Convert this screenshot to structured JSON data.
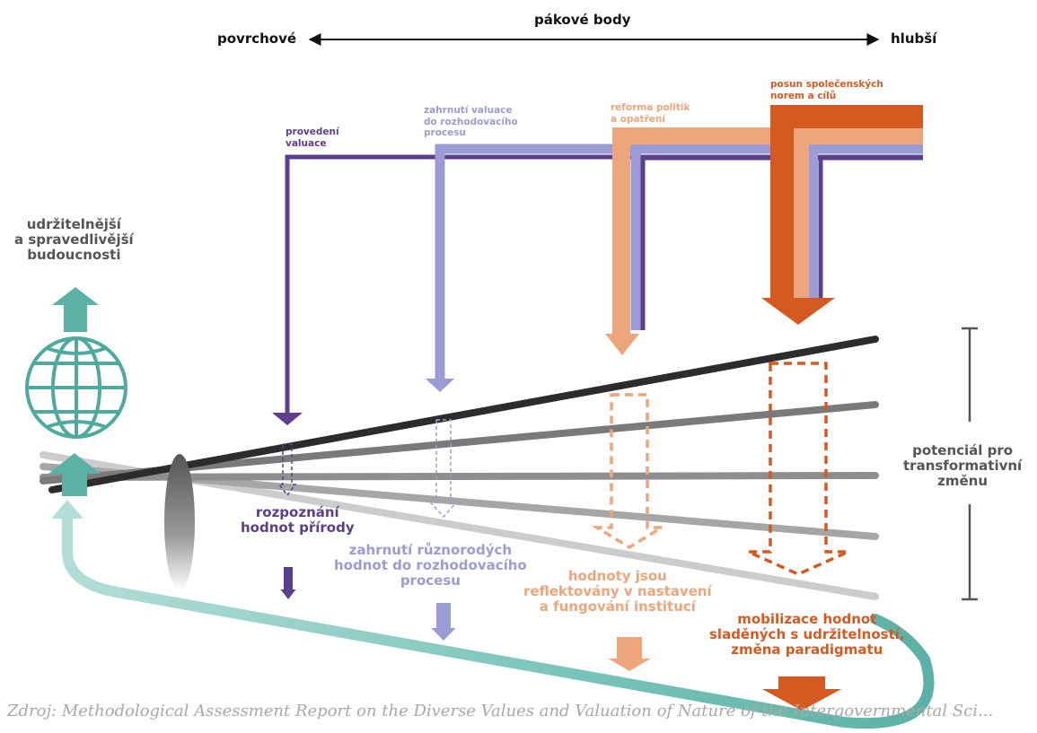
{
  "header": {
    "title": "pákové body",
    "left_label": "povrchové",
    "right_label": "hlubší"
  },
  "levers": [
    {
      "label": "provedení\nvaluace",
      "color": "#5b3f8c"
    },
    {
      "label": "zahrnutí valuace\ndo rozhodovacího\nprocesu",
      "color": "#9b9bd6"
    },
    {
      "label": "reforma politik\na opatření",
      "color": "#eda57c"
    },
    {
      "label": "posun společenských\nnorem a cílů",
      "color": "#d55a22"
    }
  ],
  "outcomes": [
    {
      "label": "rozpoznání\nhodnot přírody",
      "color": "#5b3f8c"
    },
    {
      "label": "zahrnutí různorodých\nhodnot do rozhodovacího\nprocesu",
      "color": "#9b9bd6"
    },
    {
      "label": "hodnoty jsou\nreflektovány v nastavení\na fungování institucí",
      "color": "#eda57c"
    },
    {
      "label": "mobilizace hodnot\nsladěných s udržitelností,\nzměna paradigmatu",
      "color": "#d55a22"
    }
  ],
  "future_label": "udržitelnější\na spravedlivější\nbudoucnosti",
  "potential_label": "potenciál pro\ntransformativní\nzměnu",
  "source": "Zdroj: Methodological Assessment Report on the Diverse Values and Valuation of Nature of the Intergovernmental Sci..."
}
